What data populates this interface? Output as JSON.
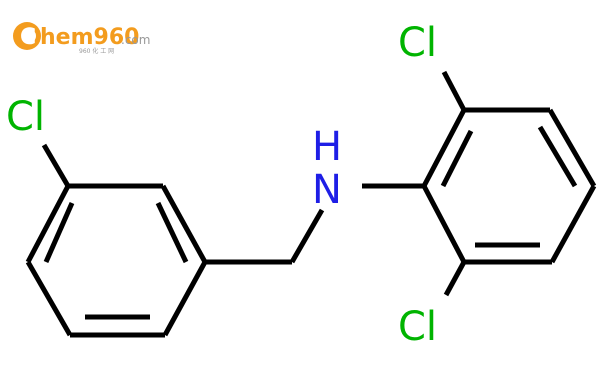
{
  "logo": {
    "brand_c": "C",
    "brand_rest": "hem960",
    "suffix": ".com",
    "tagline": "960 化 工 网",
    "colors": {
      "orange": "#f39c1e",
      "grey": "#999999"
    }
  },
  "atoms": {
    "cl_top_right": "Cl",
    "cl_bottom_right": "Cl",
    "cl_left": "Cl",
    "n_label": "N",
    "h_label": "H"
  },
  "colors": {
    "chlorine": "#00b400",
    "nitrogen": "#1e1ee6",
    "bond": "#000000"
  }
}
